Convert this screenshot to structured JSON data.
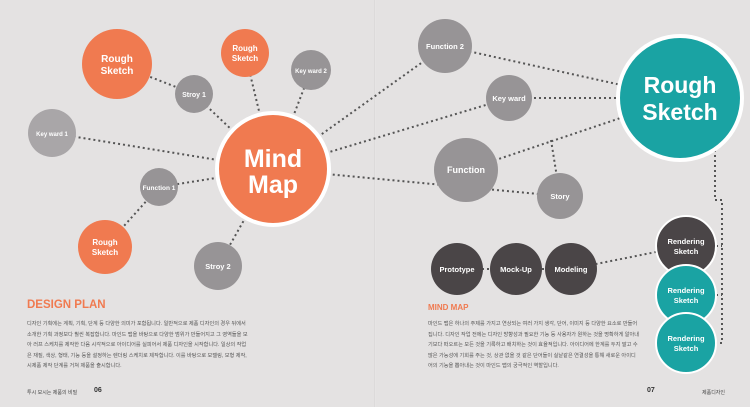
{
  "nodes": {
    "mind_map": [
      "Mind",
      "Map"
    ],
    "rough_sketch_top": [
      "Rough",
      "Sketch"
    ],
    "rough_sketch_small": [
      "Rough",
      "Sketch"
    ],
    "rough_sketch_bottom": [
      "Rough",
      "Sketch"
    ],
    "stroy1": "Stroy 1",
    "key_ward2": "Key ward 2",
    "key_ward1": "Key ward 1",
    "function1": "Function 1",
    "stroy2": "Stroy 2",
    "function2": "Function 2",
    "key_ward": "Key ward",
    "function": "Function",
    "story": "Story",
    "rough_sketch_big": [
      "Rough",
      "Sketch"
    ],
    "prototype": "Prototype",
    "mockup": "Mock-Up",
    "modeling": "Modeling",
    "rendering": [
      "Rendering",
      "Sketch"
    ]
  },
  "colors": {
    "orange": "#f07a50",
    "gray": "#979496",
    "dark": "#4a4547",
    "teal": "#1aa3a3"
  },
  "left": {
    "heading": "DESIGN PLAN",
    "body": "디자인 기획에는 계획, 기획, 단계 등 다양한 의미가 포함됩니다. 일반적으로 제품 디자인의 경우 뒤에서 소개한 기획 과정보다 훨씬 복잡합니다. 마인드 맵을 바탕으로 다양한 범위가 만들어지고 그 영역들을 모아 러프 스케치를 제작한 다음 시각적으로 아이디어를 실피어서 제품 디자인을 시작합니다. 일상의 작업은 재질, 색상, 형태, 기능 등을 설정하는 렌더링 스케치로 제작합니다. 이를 바탕으로 모델링, 모형 제작, 시제품 제작 단계를 거쳐 제품을 출시합니다.",
    "footer": "투시 모시는 제품의 비밀",
    "page": "06"
  },
  "right": {
    "heading": "MIND MAP",
    "body": "마인드 맵은 하나의 주제를 가지고 연상되는 여러 가지 생각, 단어, 이미지 등 다양한 요소로 만들어집니다. 디자인 작업 전에는 디자인 방향성과 필요한 기능 등 사용자가 원하는 것을 명확하게 알아내기보다 떠오르는 모든 것을 기록하고 배치하는 것이 효율적입니다. 아이디어에 한계를 두지 말고 수많은 가능성에 기회를 주는 것, 상관 없을 것 같은 단어들이 실낱같은 연결성을 통해 새로운 아이디어의 기능을 뽑아내는 것이 마인드 맵의 궁극적인 역할입니다.",
    "footer": "제품디자인",
    "page": "07"
  }
}
